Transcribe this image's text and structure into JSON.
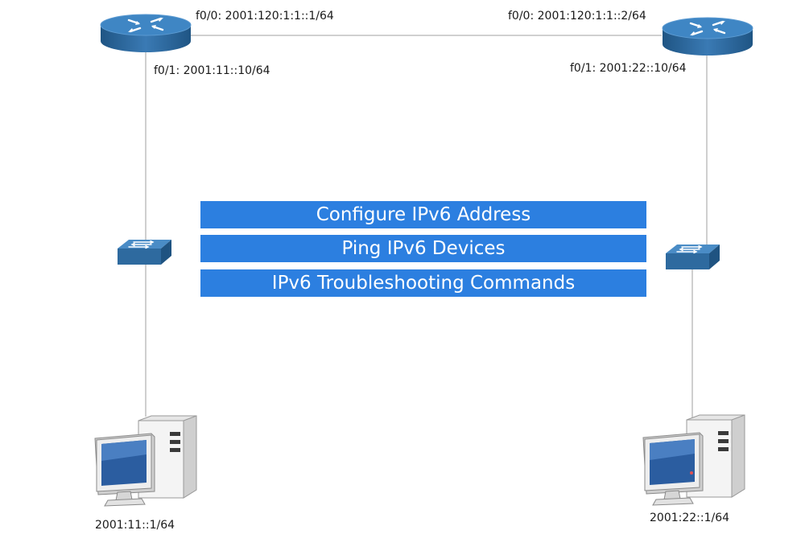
{
  "labels": {
    "r1_f00": "f0/0: 2001:120:1:1::1/64",
    "r2_f00": "f0/0: 2001:120:1:1::2/64",
    "r1_f01": "f0/1: 2001:11::10/64",
    "r2_f01": "f0/1: 2001:22::10/64",
    "pc1_addr": "2001:11::1/64",
    "pc2_addr": "2001:22::1/64"
  },
  "banners": [
    "Configure IPv6 Address",
    "Ping IPv6 Devices",
    "IPv6 Troubleshooting Commands"
  ],
  "colors": {
    "banner": "#2c7fe0",
    "device_blue": "#2f6ea5",
    "link": "#b0b0b0"
  },
  "icons": [
    "router-icon",
    "switch-icon",
    "computer-icon"
  ]
}
